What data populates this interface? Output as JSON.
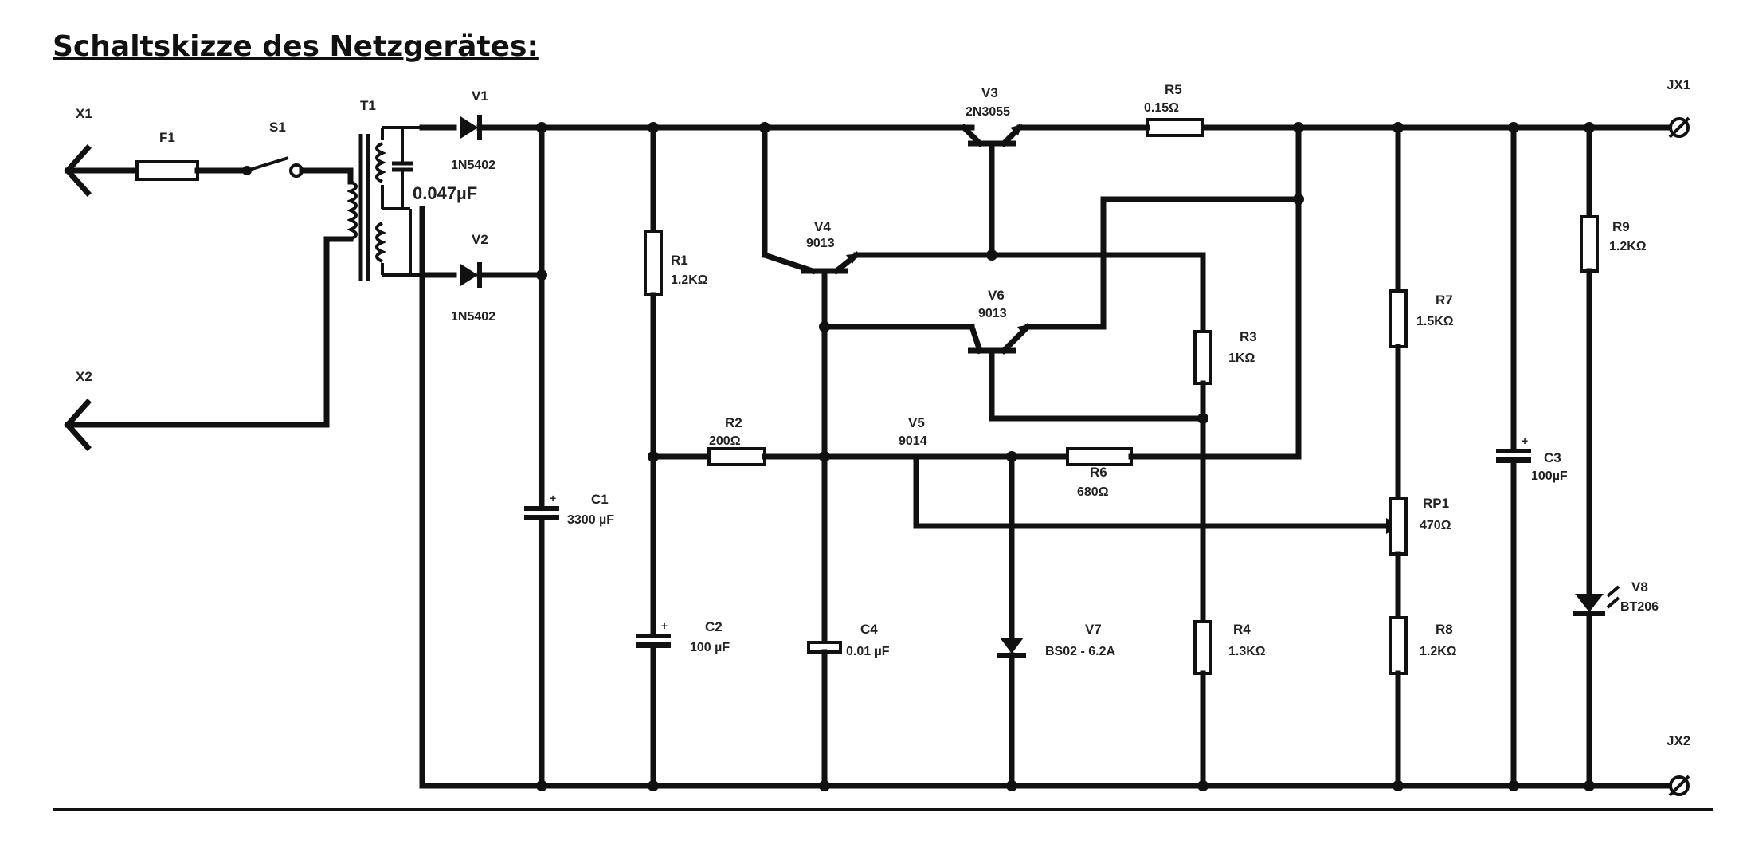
{
  "title": "Schaltskizze des Netzgerätes:",
  "labels": {
    "X1": "X1",
    "X2": "X2",
    "F1": "F1",
    "S1": "S1",
    "T1": "T1",
    "V1": "V1",
    "V1v": "1N5402",
    "V2": "V2",
    "V2v": "1N5402",
    "Cx": "0.047µF",
    "C1": "C1",
    "C1v": "3300 µF",
    "R1": "R1",
    "R1v": "1.2KΩ",
    "C2": "C2",
    "C2v": "100 µF",
    "R2": "R2",
    "R2v": "200Ω",
    "V3": "V3",
    "V3v": "2N3055",
    "V4": "V4",
    "V4v": "9013",
    "V6": "V6",
    "V6v": "9013",
    "V5": "V5",
    "V5v": "9014",
    "C4": "C4",
    "C4v": "0.01 µF",
    "V7": "V7",
    "V7v": "BS02 - 6.2A",
    "R6": "R6",
    "R6v": "680Ω",
    "R5": "R5",
    "R5v": "0.15Ω",
    "R3": "R3",
    "R3v": "1KΩ",
    "R4": "R4",
    "R4v": "1.3KΩ",
    "R7": "R7",
    "R7v": "1.5KΩ",
    "RP1": "RP1",
    "RP1v": "470Ω",
    "R8": "R8",
    "R8v": "1.2KΩ",
    "C3": "C3",
    "C3v": "100µF",
    "R9": "R9",
    "R9v": "1.2KΩ",
    "V8": "V8",
    "V8v": "BT206",
    "JX1": "JX1",
    "JX2": "JX2"
  }
}
